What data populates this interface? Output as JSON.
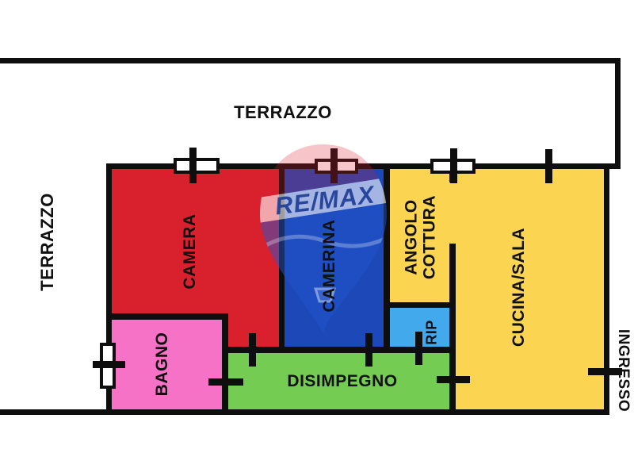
{
  "plan": {
    "background": "#ffffff",
    "wall_color": "#0e0e0e",
    "watermark": {
      "brand": "RE/MAX",
      "balloon_top_color": "#d8202e",
      "balloon_band_color": "#ffffff",
      "balloon_bottom_color": "#2356ce",
      "brand_text_color": "#1c3b96"
    },
    "rooms": [
      {
        "id": "terrazzo-top",
        "label": "TERRAZZO",
        "color": "#ffffff"
      },
      {
        "id": "terrazzo-left",
        "label": "TERRAZZO",
        "color": "#ffffff"
      },
      {
        "id": "camera",
        "label": "CAMERA",
        "color": "#d9212e"
      },
      {
        "id": "camerina",
        "label": "CAMERINA",
        "color": "#1c48b8"
      },
      {
        "id": "angolo-cottura",
        "label": "ANGOLO COTTURA",
        "line1": "ANGOLO",
        "line2": "COTTURA",
        "color": "#fbd451"
      },
      {
        "id": "cucina-sala",
        "label": "CUCINA/SALA",
        "color": "#fbd451"
      },
      {
        "id": "rip",
        "label": "RIP",
        "color": "#42a9ec"
      },
      {
        "id": "bagno",
        "label": "BAGNO",
        "color": "#f672c6"
      },
      {
        "id": "disimpegno",
        "label": "DISIMPEGNO",
        "color": "#74cc53"
      },
      {
        "id": "ingresso",
        "label": "INGRESSO",
        "color": "#ffffff"
      }
    ]
  }
}
